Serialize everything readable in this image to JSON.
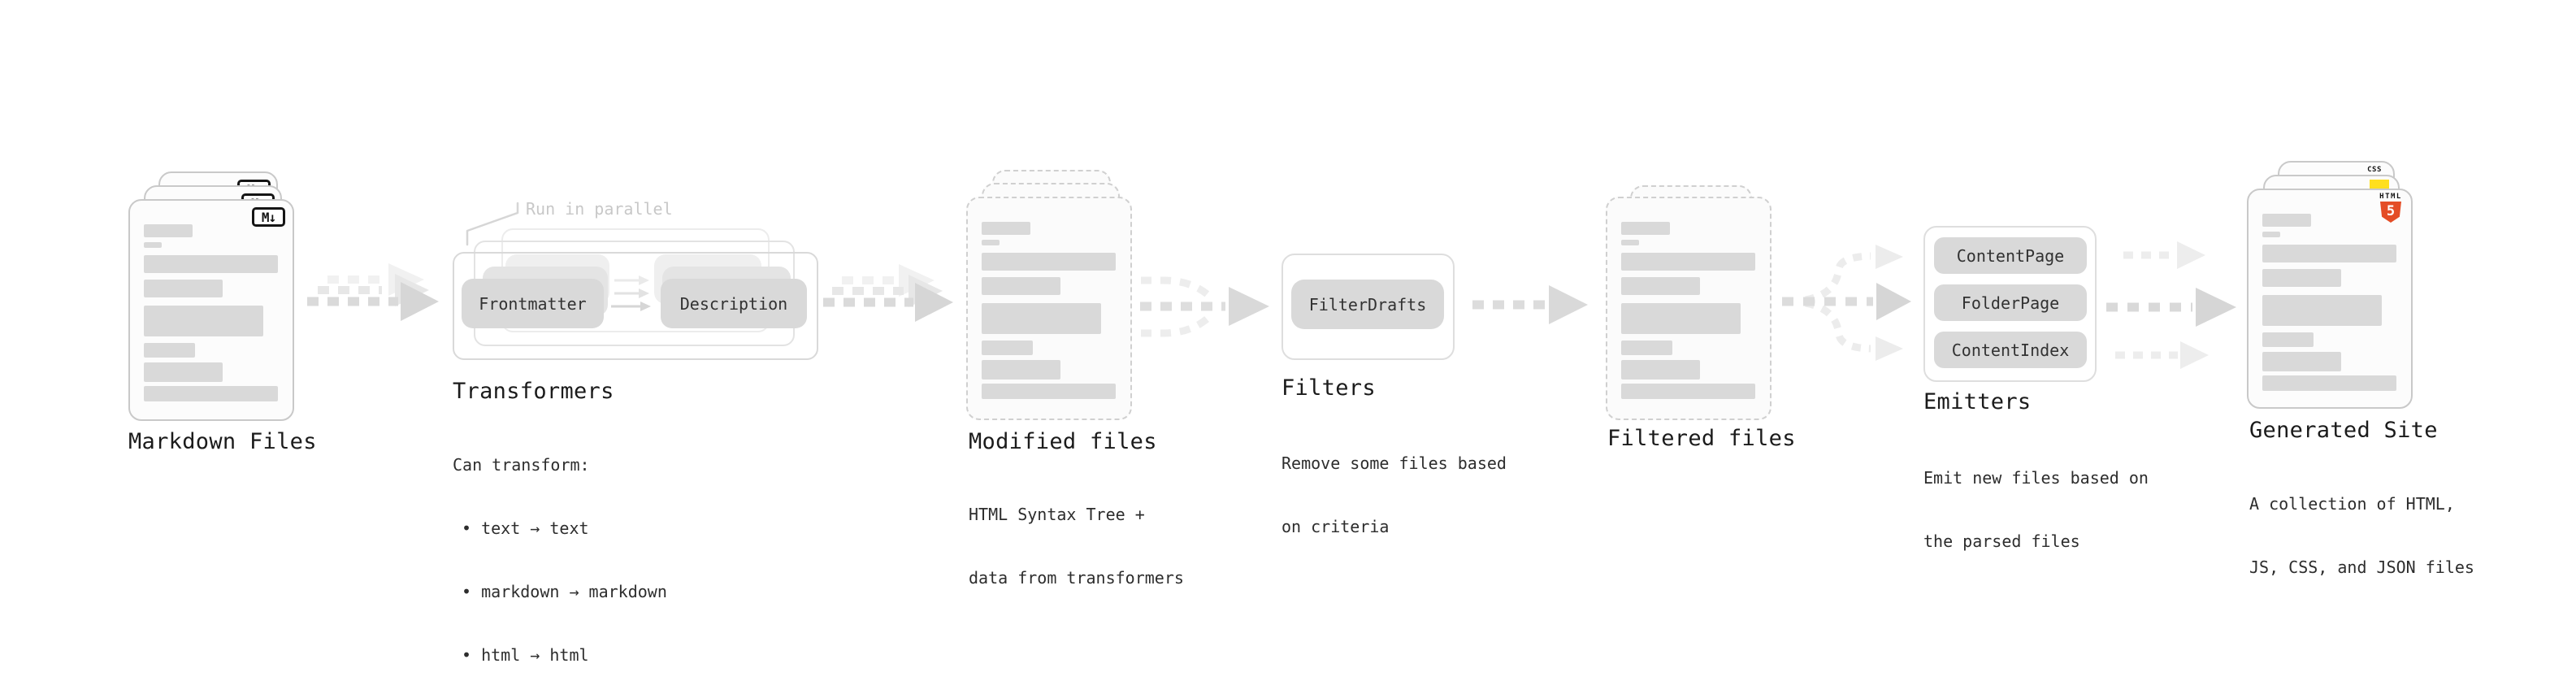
{
  "markdown": {
    "label": "Markdown Files",
    "badge": "M↓"
  },
  "transformers": {
    "annotation": "Run in parallel",
    "pill_frontmatter": "Frontmatter",
    "pill_description": "Description",
    "label": "Transformers",
    "intro": "Can transform:",
    "bullets": [
      "• text → text",
      "• markdown → markdown",
      "• html → html"
    ]
  },
  "modified": {
    "label": "Modified files",
    "desc": [
      "HTML Syntax Tree +",
      "data from transformers"
    ]
  },
  "filters": {
    "label": "Filters",
    "pill": "FilterDrafts",
    "desc": [
      "Remove some files based",
      "on criteria"
    ]
  },
  "filtered": {
    "label": "Filtered files"
  },
  "emitters": {
    "label": "Emitters",
    "pills": [
      "ContentPage",
      "FolderPage",
      "ContentIndex"
    ],
    "desc": [
      "Emit new files based on",
      "the parsed files"
    ]
  },
  "generated": {
    "label": "Generated Site",
    "html_badge": {
      "word": "HTML",
      "number": "5"
    },
    "css_badge": "CSS",
    "desc": [
      "A collection of HTML,",
      "JS, CSS, and JSON files"
    ]
  },
  "colors": {
    "html5_orange": "#e44d26",
    "js_yellow": "#ffdf1e",
    "css_blue": "#2b66f6",
    "bar_gray": "#d9d9d9",
    "arrow_gray": "#d6d6d6",
    "arrow_light": "#ededed",
    "card_border": "#c9c9c9",
    "annotation_gray": "#c8c8c8"
  }
}
